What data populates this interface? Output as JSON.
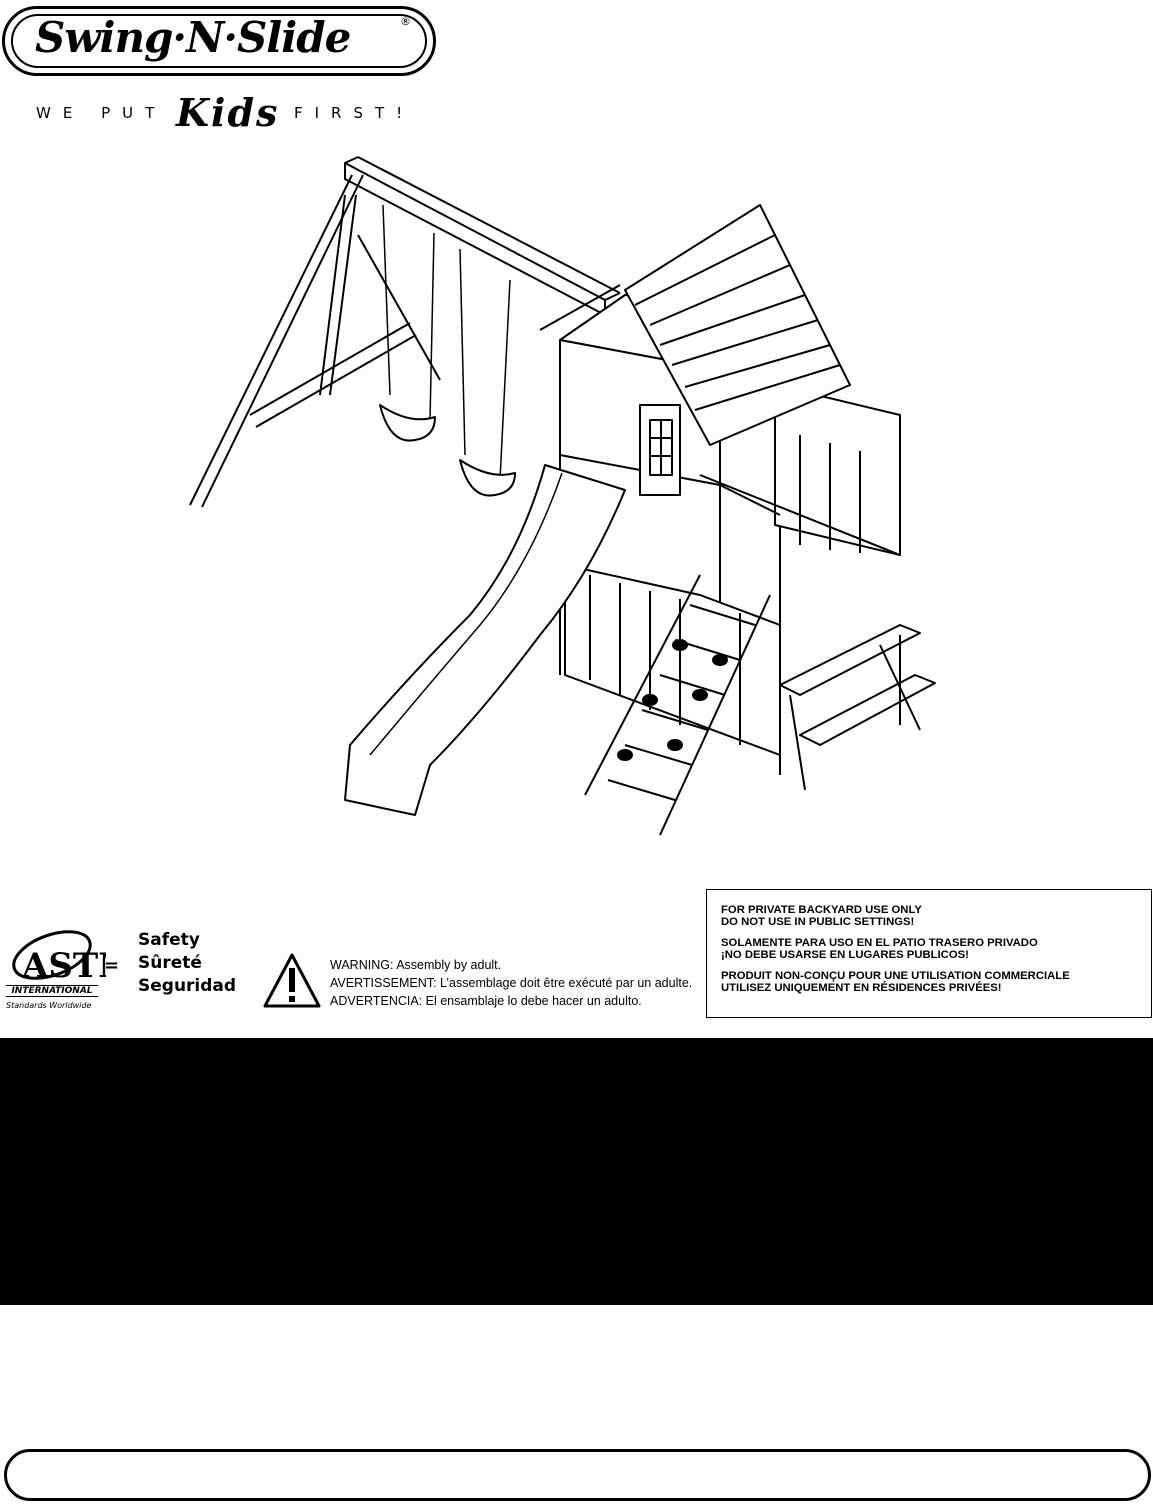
{
  "logo": {
    "brand": "Swing·N·Slide",
    "registered": "®",
    "tagline_before": "WE PUT",
    "tagline_kids": "Kids",
    "tagline_after": "FIRST!"
  },
  "safety": {
    "astm_letters": "ASTM",
    "astm_international": "INTERNATIONAL",
    "astm_standards": "Standards Worldwide",
    "equals": "=",
    "words": [
      "Safety",
      "Sûreté",
      "Seguridad"
    ]
  },
  "warning": {
    "en_label": "WARNING:",
    "en_text": "Assembly by adult.",
    "fr_label": "AVERTISSEMENT:",
    "fr_text": "L’assemblage doit être exécuté par un adulte.",
    "es_label": "ADVERTENCIA:",
    "es_text": "El ensamblaje lo debe hacer un adulto."
  },
  "notice": {
    "en_line1": "FOR PRIVATE BACKYARD USE ONLY",
    "en_line2": "DO NOT USE IN PUBLIC SETTINGS!",
    "es_line1": "SOLAMENTE PARA USO EN EL PATIO TRASERO PRIVADO",
    "es_line2": "¡NO DEBE USARSE EN LUGARES PUBLICOS!",
    "fr_line1": "PRODUIT NON-CONÇU POUR UNE UTILISATION COMMERCIALE",
    "fr_line2": "UTILISEZ UNIQUEMENT EN RÉSIDENCES PRIVÉES!"
  }
}
